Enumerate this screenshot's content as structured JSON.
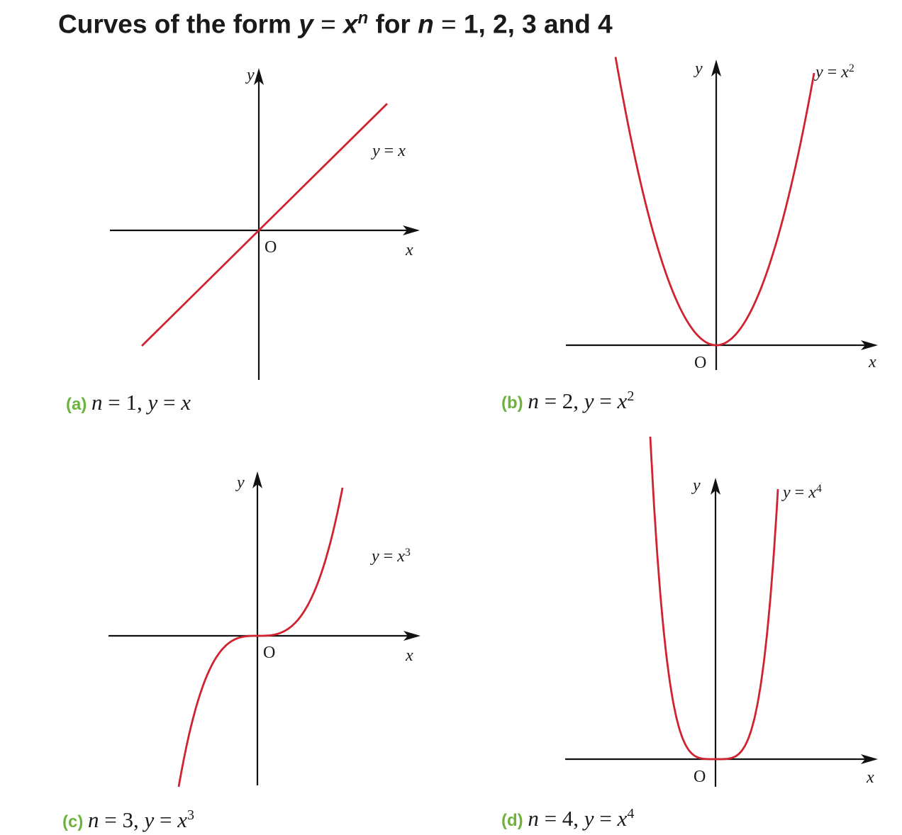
{
  "title": {
    "prefix": "Curves of the form ",
    "var_y": "y",
    "equals": " = ",
    "var_x": "x",
    "exp": "n",
    "middle": " for ",
    "var_n": "n",
    "eq2": " = ",
    "suffix": "1, 2, 3 and 4"
  },
  "colors": {
    "curve": "#d0222f",
    "axis": "#111111",
    "caption_label": "#6cb33e",
    "text": "#1a1a1a"
  },
  "chart_data": [
    {
      "type": "line",
      "panel": "a",
      "function": "y = x",
      "n": 1,
      "x_axis_label": "x",
      "y_axis_label": "y",
      "origin_label": "O",
      "curve_label": {
        "lhs": "y",
        "rel": " = ",
        "base": "x",
        "exp": ""
      },
      "caption": {
        "label": "(a)",
        "n_var": "n",
        "n_eq": " = ",
        "n_val": "1",
        "sep": ", ",
        "lhs": "y",
        "rel": " = ",
        "base": "x",
        "exp": ""
      },
      "xlim": [
        -1.6,
        1.35
      ],
      "ylim": [
        -1.22,
        1.22
      ],
      "curve_domain": [
        -1.24,
        1.24
      ]
    },
    {
      "type": "line",
      "panel": "b",
      "function": "y = x^2",
      "n": 2,
      "x_axis_label": "x",
      "y_axis_label": "y",
      "origin_label": "O",
      "curve_label": {
        "lhs": "y",
        "rel": " = ",
        "base": "x",
        "exp": "2"
      },
      "caption": {
        "label": "(b)",
        "n_var": "n",
        "n_eq": " = ",
        "n_val": "2",
        "sep": ", ",
        "lhs": "y",
        "rel": " = ",
        "base": "x",
        "exp": "2"
      },
      "xlim": [
        -1.5,
        1.5
      ],
      "ylim": [
        0,
        2.6
      ],
      "curve_domain": [
        -1.0,
        1.0
      ]
    },
    {
      "type": "line",
      "panel": "c",
      "function": "y = x^3",
      "n": 3,
      "x_axis_label": "x",
      "y_axis_label": "y",
      "origin_label": "O",
      "curve_label": {
        "lhs": "y",
        "rel": " = ",
        "base": "x",
        "exp": "3"
      },
      "caption": {
        "label": "(c)",
        "n_var": "n",
        "n_eq": " = ",
        "n_val": "3",
        "sep": ", ",
        "lhs": "y",
        "rel": " = ",
        "base": "x",
        "exp": "3"
      },
      "xlim": [
        -1.8,
        1.9
      ],
      "ylim": [
        -1.8,
        1.8
      ],
      "curve_domain": [
        -1.0,
        1.0
      ]
    },
    {
      "type": "line",
      "panel": "d",
      "function": "y = x^4",
      "n": 4,
      "x_axis_label": "x",
      "y_axis_label": "y",
      "origin_label": "O",
      "curve_label": {
        "lhs": "y",
        "rel": " = ",
        "base": "x",
        "exp": "4"
      },
      "caption": {
        "label": "(d)",
        "n_var": "n",
        "n_eq": " = ",
        "n_val": "4",
        "sep": ", ",
        "lhs": "y",
        "rel": " = ",
        "base": "x",
        "exp": "4"
      },
      "xlim": [
        -2.4,
        2.4
      ],
      "ylim": [
        0,
        1.1
      ],
      "curve_domain": [
        -1.0,
        1.0
      ]
    }
  ]
}
